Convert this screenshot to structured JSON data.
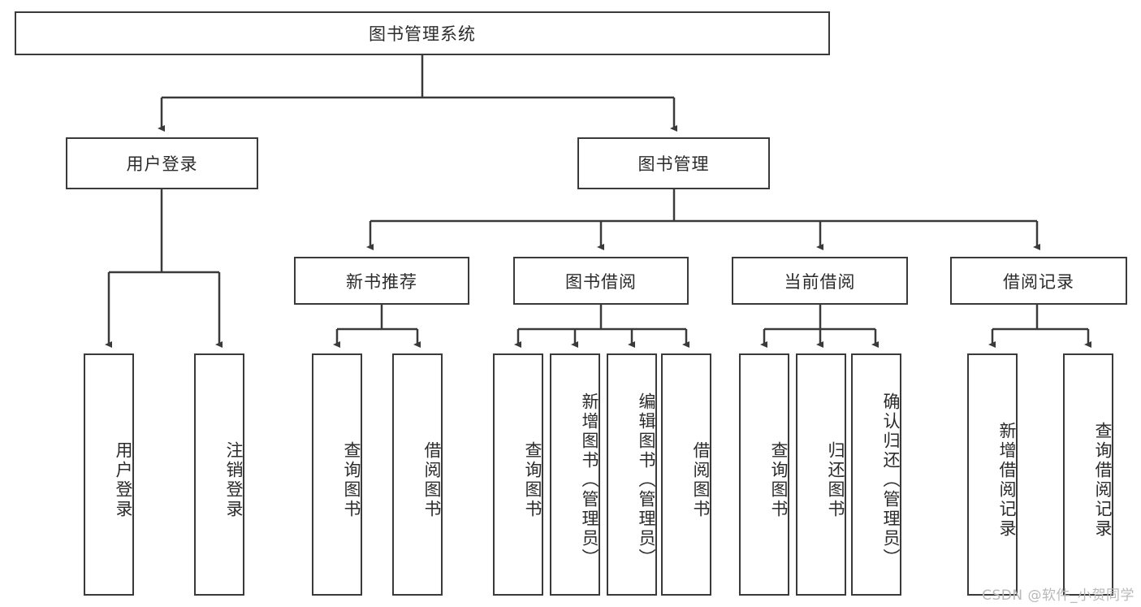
{
  "diagram": {
    "title": "图书管理系统",
    "type": "hierarchy-tree",
    "root": {
      "label": "图书管理系统"
    },
    "level2": [
      {
        "label": "用户登录"
      },
      {
        "label": "图书管理"
      }
    ],
    "level3": [
      {
        "label": "新书推荐"
      },
      {
        "label": "图书借阅"
      },
      {
        "label": "当前借阅"
      },
      {
        "label": "借阅记录"
      }
    ],
    "leaves": [
      {
        "label": "用户登录"
      },
      {
        "label": "注销登录"
      },
      {
        "label": "查询图书"
      },
      {
        "label": "借阅图书"
      },
      {
        "label": "查询图书"
      },
      {
        "label": "新增图书（管理员）"
      },
      {
        "label": "编辑图书（管理员）"
      },
      {
        "label": "借阅图书"
      },
      {
        "label": "查询图书"
      },
      {
        "label": "归还图书"
      },
      {
        "label": "确认归还（管理员）"
      },
      {
        "label": "新增借阅记录"
      },
      {
        "label": "查询借阅记录"
      }
    ]
  },
  "watermark": {
    "text": "CSDN @软件_小贺同学"
  },
  "colors": {
    "stroke": "#3a3a3a",
    "text": "#2b2b2b",
    "background": "#ffffff",
    "watermark": "#b9b9b9"
  }
}
